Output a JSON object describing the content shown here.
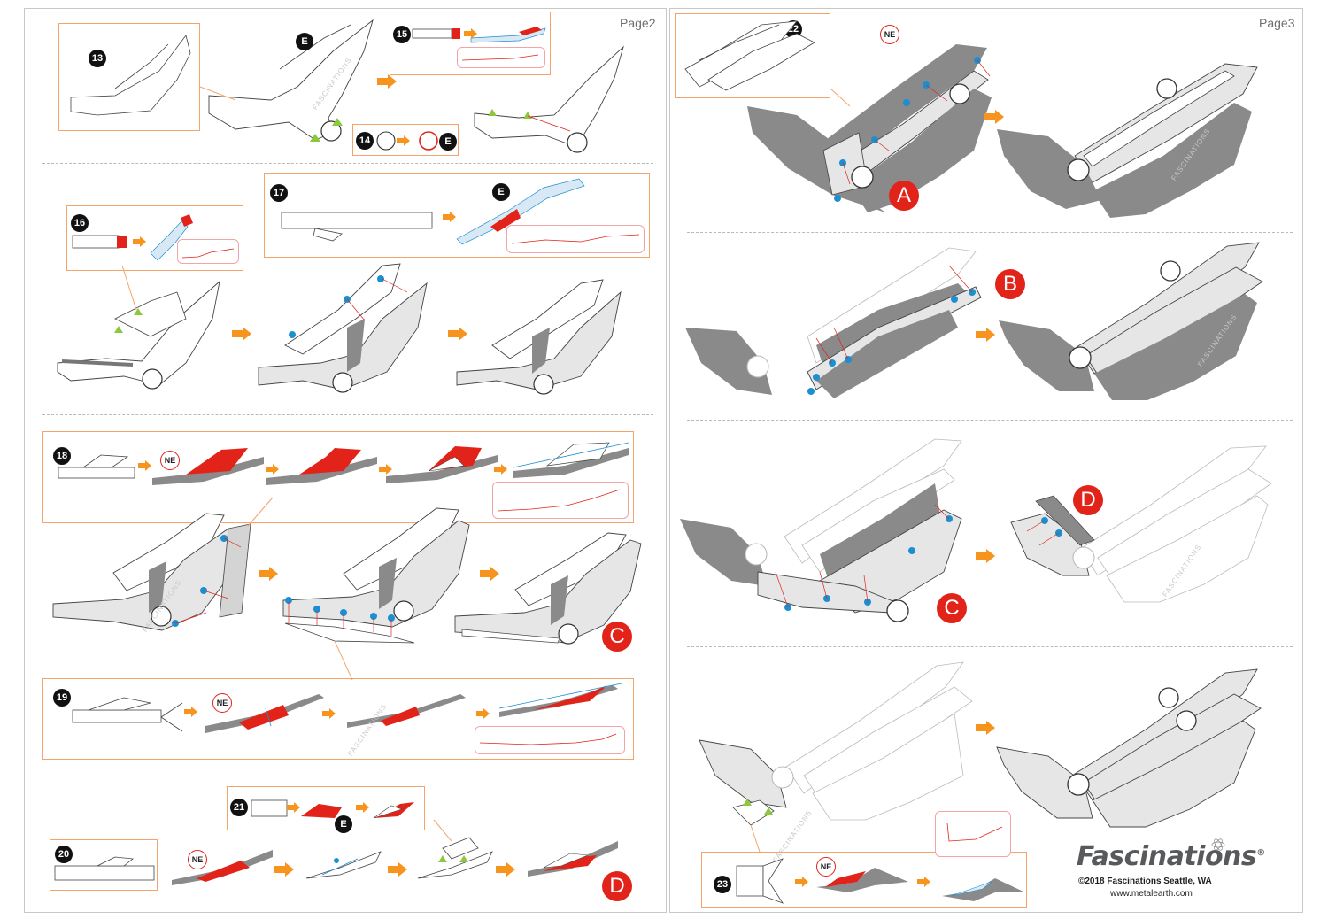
{
  "pages": {
    "left_label": "Page2",
    "right_label": "Page3"
  },
  "steps": {
    "s13": "13",
    "s14": "14",
    "s15": "15",
    "s16": "16",
    "s17": "17",
    "s18": "18",
    "s19": "19",
    "s20": "20",
    "s21": "21",
    "s22": "22",
    "s23": "23"
  },
  "badges": {
    "e": "E",
    "ne": "NE"
  },
  "connectors": {
    "a": "A",
    "b": "B",
    "c": "C",
    "d": "D"
  },
  "watermark": "FASCINATIONS",
  "footer": {
    "brand": "Fascinations",
    "registered": "®",
    "copyright": "©2018 Fascinations Seattle, WA",
    "website": "www.metalearth.com"
  },
  "colors": {
    "accent_orange": "#f7941d",
    "box_orange": "#f5a36a",
    "red": "#e2231a",
    "blue_dot": "#1b8fd0",
    "green_mark": "#8dc63f",
    "part_gray": "#8a8a8a"
  }
}
